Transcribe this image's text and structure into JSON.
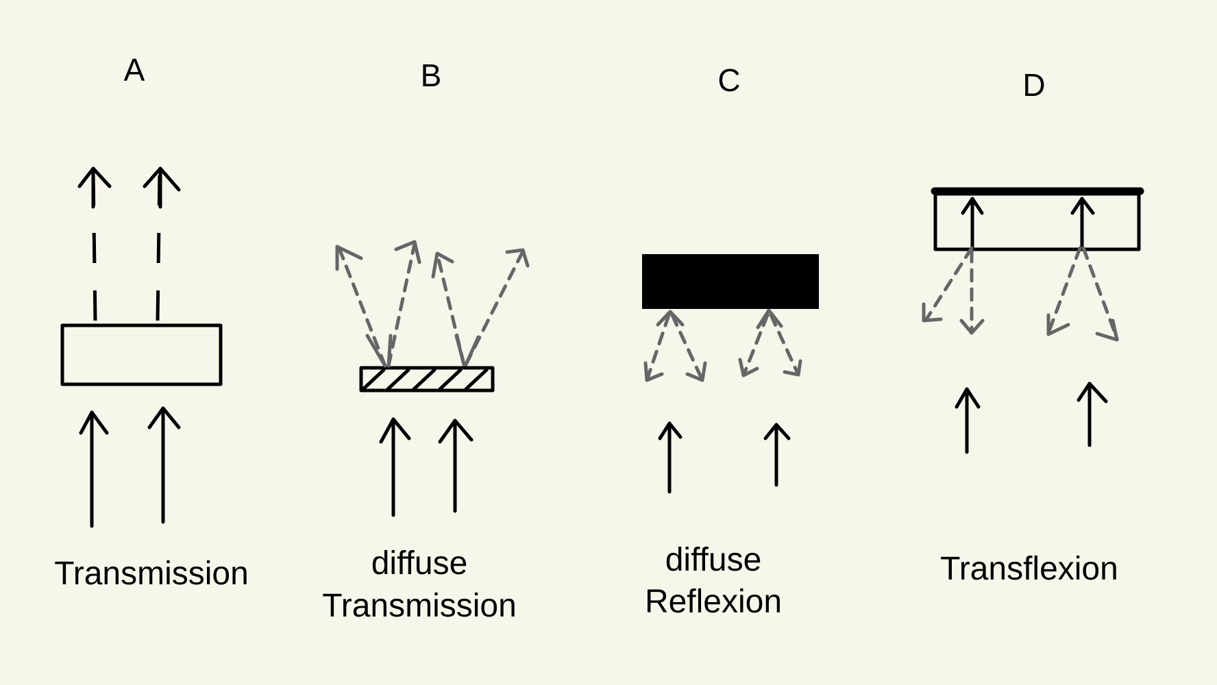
{
  "panels": [
    {
      "letter": "A",
      "caption_lines": [
        "Transmission"
      ]
    },
    {
      "letter": "B",
      "caption_lines": [
        "diffuse",
        "Transmission"
      ]
    },
    {
      "letter": "C",
      "caption_lines": [
        "diffuse",
        "Reflexion"
      ]
    },
    {
      "letter": "D",
      "caption_lines": [
        "Transflexion"
      ]
    }
  ],
  "colors": {
    "background": "#f7f6eb",
    "ink": "#000000",
    "scattered_light": "#666666"
  }
}
